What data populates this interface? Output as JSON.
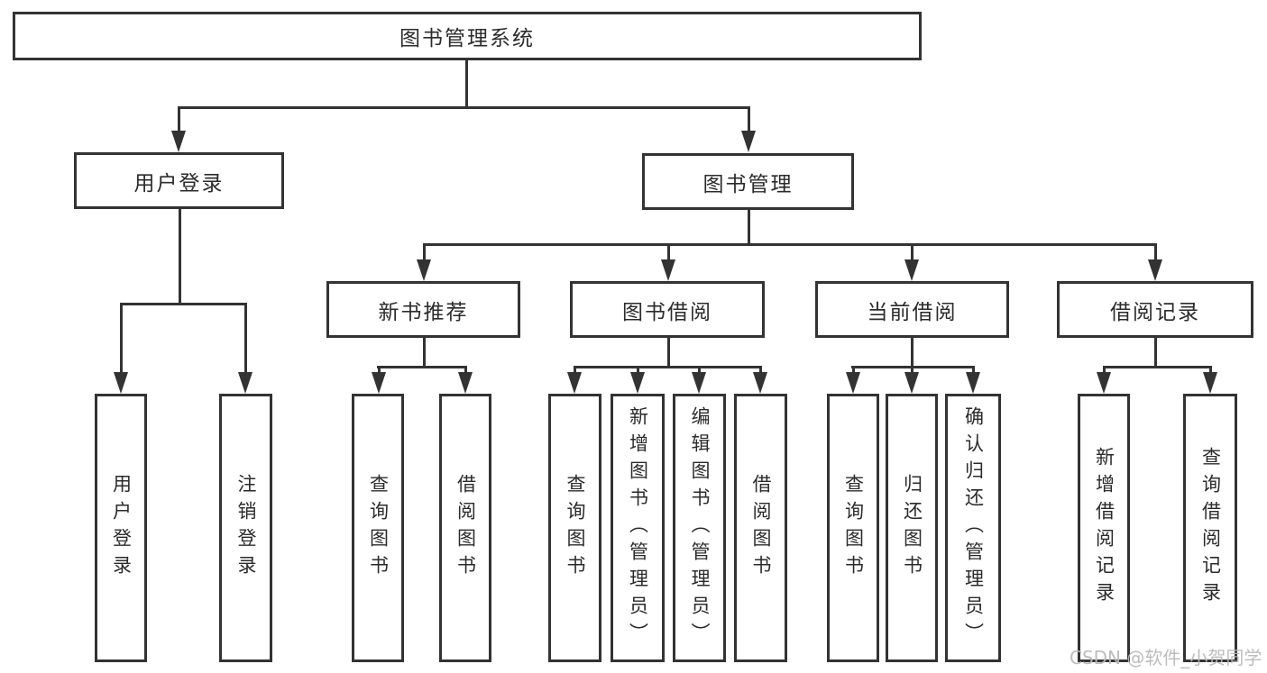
{
  "diagram_type": "tree-functional-structure",
  "watermark": "CSDN @软件_小贺同学",
  "colors": {
    "line": "#333333",
    "box_border": "#333333",
    "box_fill": "#ffffff",
    "text": "#2b2b2b",
    "watermark": "#b9b9b9"
  },
  "structure": {
    "root": "图书管理系统",
    "children": [
      {
        "label": "用户登录",
        "children": [
          "用户登录",
          "注销登录"
        ]
      },
      {
        "label": "图书管理",
        "children": [
          {
            "label": "新书推荐",
            "children": [
              "查询图书",
              "借阅图书"
            ]
          },
          {
            "label": "图书借阅",
            "children": [
              "查询图书",
              "新增图书（管理员）",
              "编辑图书（管理员）",
              "借阅图书"
            ]
          },
          {
            "label": "当前借阅",
            "children": [
              "查询图书",
              "归还图书",
              "确认归还（管理员）"
            ]
          },
          {
            "label": "借阅记录",
            "children": [
              "新增借阅记录",
              "查询借阅记录"
            ]
          }
        ]
      }
    ]
  }
}
